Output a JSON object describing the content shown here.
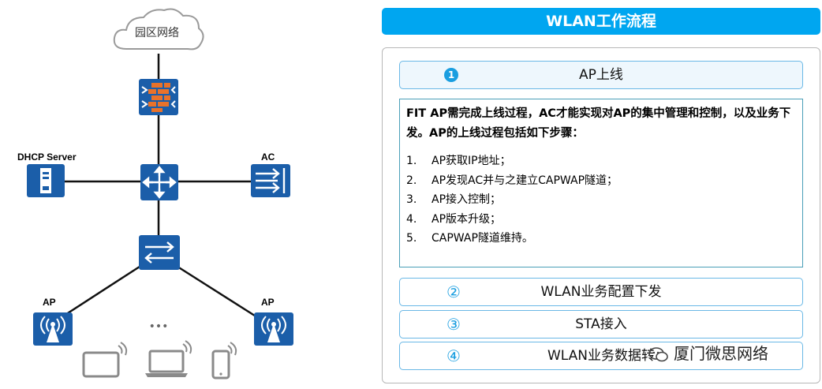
{
  "network": {
    "cloud_label": "园区网络",
    "dhcp_label": "DHCP Server",
    "ac_label": "AC",
    "ap_left_label": "AP",
    "ap_right_label": "AP",
    "ellipsis": "•••"
  },
  "flow": {
    "title": "WLAN工作流程",
    "steps": [
      {
        "num": "1",
        "label": "AP上线"
      },
      {
        "num": "②",
        "label": "WLAN业务配置下发"
      },
      {
        "num": "③",
        "label": "STA接入"
      },
      {
        "num": "④",
        "label": "WLAN业务数据转"
      }
    ],
    "detail": {
      "intro": "FIT AP需完成上线过程，AC才能实现对AP的集中管理和控制，以及业务下发。AP的上线过程包括如下步骤：",
      "items": [
        {
          "n": "1.",
          "text": "AP获取IP地址；"
        },
        {
          "n": "2.",
          "text": "AP发现AC并与之建立CAPWAP隧道；"
        },
        {
          "n": "3.",
          "text": "AP接入控制；"
        },
        {
          "n": "4.",
          "text": "AP版本升级；"
        },
        {
          "n": "5.",
          "text": "CAPWAP隧道维持。"
        }
      ]
    }
  },
  "watermark": {
    "text": "厦门微思网络"
  },
  "colors": {
    "device_blue": "#1b5ea9",
    "firewall_orange": "#e8722a",
    "accent": "#00a6f0",
    "line": "#000000"
  }
}
